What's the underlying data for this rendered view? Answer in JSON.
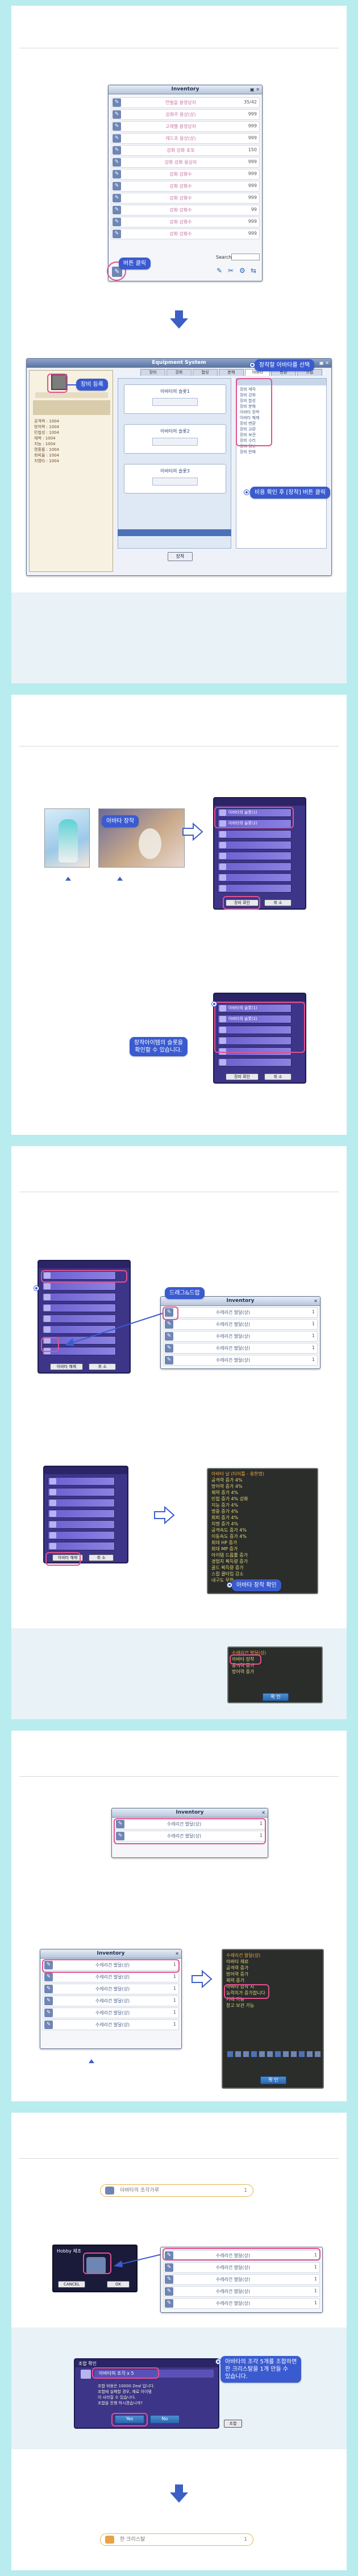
{
  "colors": {
    "page_bg": "#b9ecee",
    "highlight": "#e4508f",
    "callout": "#3a5bd0",
    "card_window": "#3d3588"
  },
  "section1": {
    "inventory_title": "Inventory",
    "inventory_items": [
      {
        "name": "연필을 용영상자",
        "count": "35/42"
      },
      {
        "name": "강화주 용상(상)",
        "count": "999"
      },
      {
        "name": "고레벨 용영상자",
        "count": "999"
      },
      {
        "name": "레드조 용상(상)",
        "count": "999"
      },
      {
        "name": "강화 강화 포포",
        "count": "150"
      },
      {
        "name": "강화 강화 용상자",
        "count": "999"
      },
      {
        "name": "강화 강화수",
        "count": "999"
      },
      {
        "name": "강화 강화수",
        "count": "999"
      },
      {
        "name": "강화 강화수",
        "count": "999"
      },
      {
        "name": "강화 강화수",
        "count": "99"
      },
      {
        "name": "강화 강화수",
        "count": "999"
      },
      {
        "name": "강화 강화수",
        "count": "999"
      }
    ],
    "search_label": "Search",
    "callout_button": "버튼 클릭",
    "equip_title": "Equipment System",
    "equip_tabs": [
      "장비",
      "강화",
      "합성",
      "분해",
      "아바타",
      "변환",
      "스킬"
    ],
    "callout_register": "장비 등록",
    "callout_select_avatar": "장착할 아바타를 선택",
    "callout_confirm": "비용 확인 후 [장착] 버튼 클릭",
    "equip_slot_labels": [
      "아바타의 슬롯1",
      "아바타의 슬롯2",
      "아바타의 슬롯3"
    ],
    "equip_confirm_button": "장착",
    "equip_stats": [
      "공격력 : 1004",
      "방어력 : 1004",
      "민첩성 : 1004",
      "체력 : 1004",
      "지능 : 1004",
      "명중률 : 1004",
      "회피율 : 1004",
      "치명타 : 1004"
    ],
    "equip_right_list": [
      "장비 제작",
      "장비 강화",
      "장비 합성",
      "장비 분해",
      "아바타 장착",
      "아바타 해제",
      "장비 변환",
      "장비 교환",
      "장비 보관",
      "장비 수리",
      "장비 정보",
      "장비 판매"
    ]
  },
  "section2": {
    "callout_avatar_equip": "아바타 장착",
    "callout_check_slot": "장착아이템의 슬롯을\n확인할 수 있습니다.",
    "card_rows": [
      "아바타의 슬롯(1)",
      "아바타의 슬롯(2)"
    ],
    "button_left": "장비 확인",
    "button_right": "취 소"
  },
  "section3": {
    "callout_drag": "드래그&드랍",
    "callout_confirm_equip": "아바타 장착 확인",
    "inventory_title": "Inventory",
    "inv_items": [
      {
        "name": "수레리건 발달(상)",
        "count": "1"
      },
      {
        "name": "수레리건 발달(상)",
        "count": "1"
      },
      {
        "name": "수레리건 발달(상)",
        "count": "1"
      },
      {
        "name": "수레리건 발달(상)",
        "count": "1"
      },
      {
        "name": "수레리건 발달(상)",
        "count": "1"
      }
    ],
    "tooltip_lines": [
      "아바타 날 (타이틀 - 용한명)",
      "공격력 증가 4%",
      "방어력 증가 4%",
      "체력 증가 4%",
      "민첩 증가 4% 강화",
      "지능 증가 4%",
      "명중 증가 4%",
      "회피 증가 4%",
      "치명 증가 4%",
      "공격속도 증가 4%",
      "이동속도 증가 4%",
      "최대 HP 증가",
      "최대 MP 증가",
      "아이템 드롭률 증가",
      "경험치 획득량 증가",
      "골드 획득량 증가",
      "스킬 쿨타임 감소",
      "내구도 무한"
    ],
    "small_dark_lines": [
      "수레리건 발달(상)",
      "아바타 장착",
      "공격력 증가",
      "방어력 증가"
    ],
    "small_dark_button": "확 인",
    "card_buttons": [
      "아바타 해제",
      "취 소"
    ]
  },
  "section4": {
    "inventory_title": "Inventory",
    "inv_items": [
      {
        "name": "수레리건 발달(상)",
        "count": "1"
      },
      {
        "name": "수레리건 발달(상)",
        "count": "1"
      }
    ],
    "inv_items2": [
      {
        "name": "수레리건 발달(상)",
        "count": "1"
      },
      {
        "name": "수레리건 발달(상)",
        "count": "1"
      },
      {
        "name": "수레리건 발달(상)",
        "count": "1"
      },
      {
        "name": "수레리건 발달(상)",
        "count": "1"
      },
      {
        "name": "수레리건 발달(상)",
        "count": "1"
      },
      {
        "name": "수레리건 발달(상)",
        "count": "1"
      }
    ],
    "tooltip_lines": [
      "수레리건 발달(상)",
      "아바타 재료",
      "공격력 증가",
      "방어력 증가",
      "체력 증가",
      "아바타 장착 시",
      "능력치가 증가합니다",
      "거래 가능",
      "창고 보관 가능"
    ],
    "tooltip_button": "확 인"
  },
  "section5": {
    "pill_top_label": "아바타의 조각가루",
    "pill_top_count": "1",
    "mini_title": "Hobby 제조",
    "mini_buttons": [
      "CANCEL",
      "OK"
    ],
    "inv_items": [
      {
        "name": "수레리건 발달(상)",
        "count": "1"
      },
      {
        "name": "수레리건 발달(상)",
        "count": "1"
      },
      {
        "name": "수레리건 발달(상)",
        "count": "1"
      },
      {
        "name": "수레리건 발달(상)",
        "count": "1"
      },
      {
        "name": "수레리건 발달(상)",
        "count": "1"
      }
    ],
    "callout_combine": "아바타의 조각 5개를 조합하면\n한 크리스탈을 1개 만들 수\n있습니다.",
    "dialog_title": "조합 확인",
    "dialog_item": "아바타의 조각 x 5",
    "dialog_lines": [
      "조합 비용은 10000 Zeal 입니다.",
      "조합에 실패할 경우, 재료 아이템",
      "이 사라질 수 있습니다.",
      "조합을 진행 하시겠습니까?"
    ],
    "dialog_yes": "Yes",
    "dialog_no": "No",
    "dialog_side_button": "조합",
    "pill_bottom_label": "한 크리스탈",
    "pill_bottom_count": "1"
  }
}
